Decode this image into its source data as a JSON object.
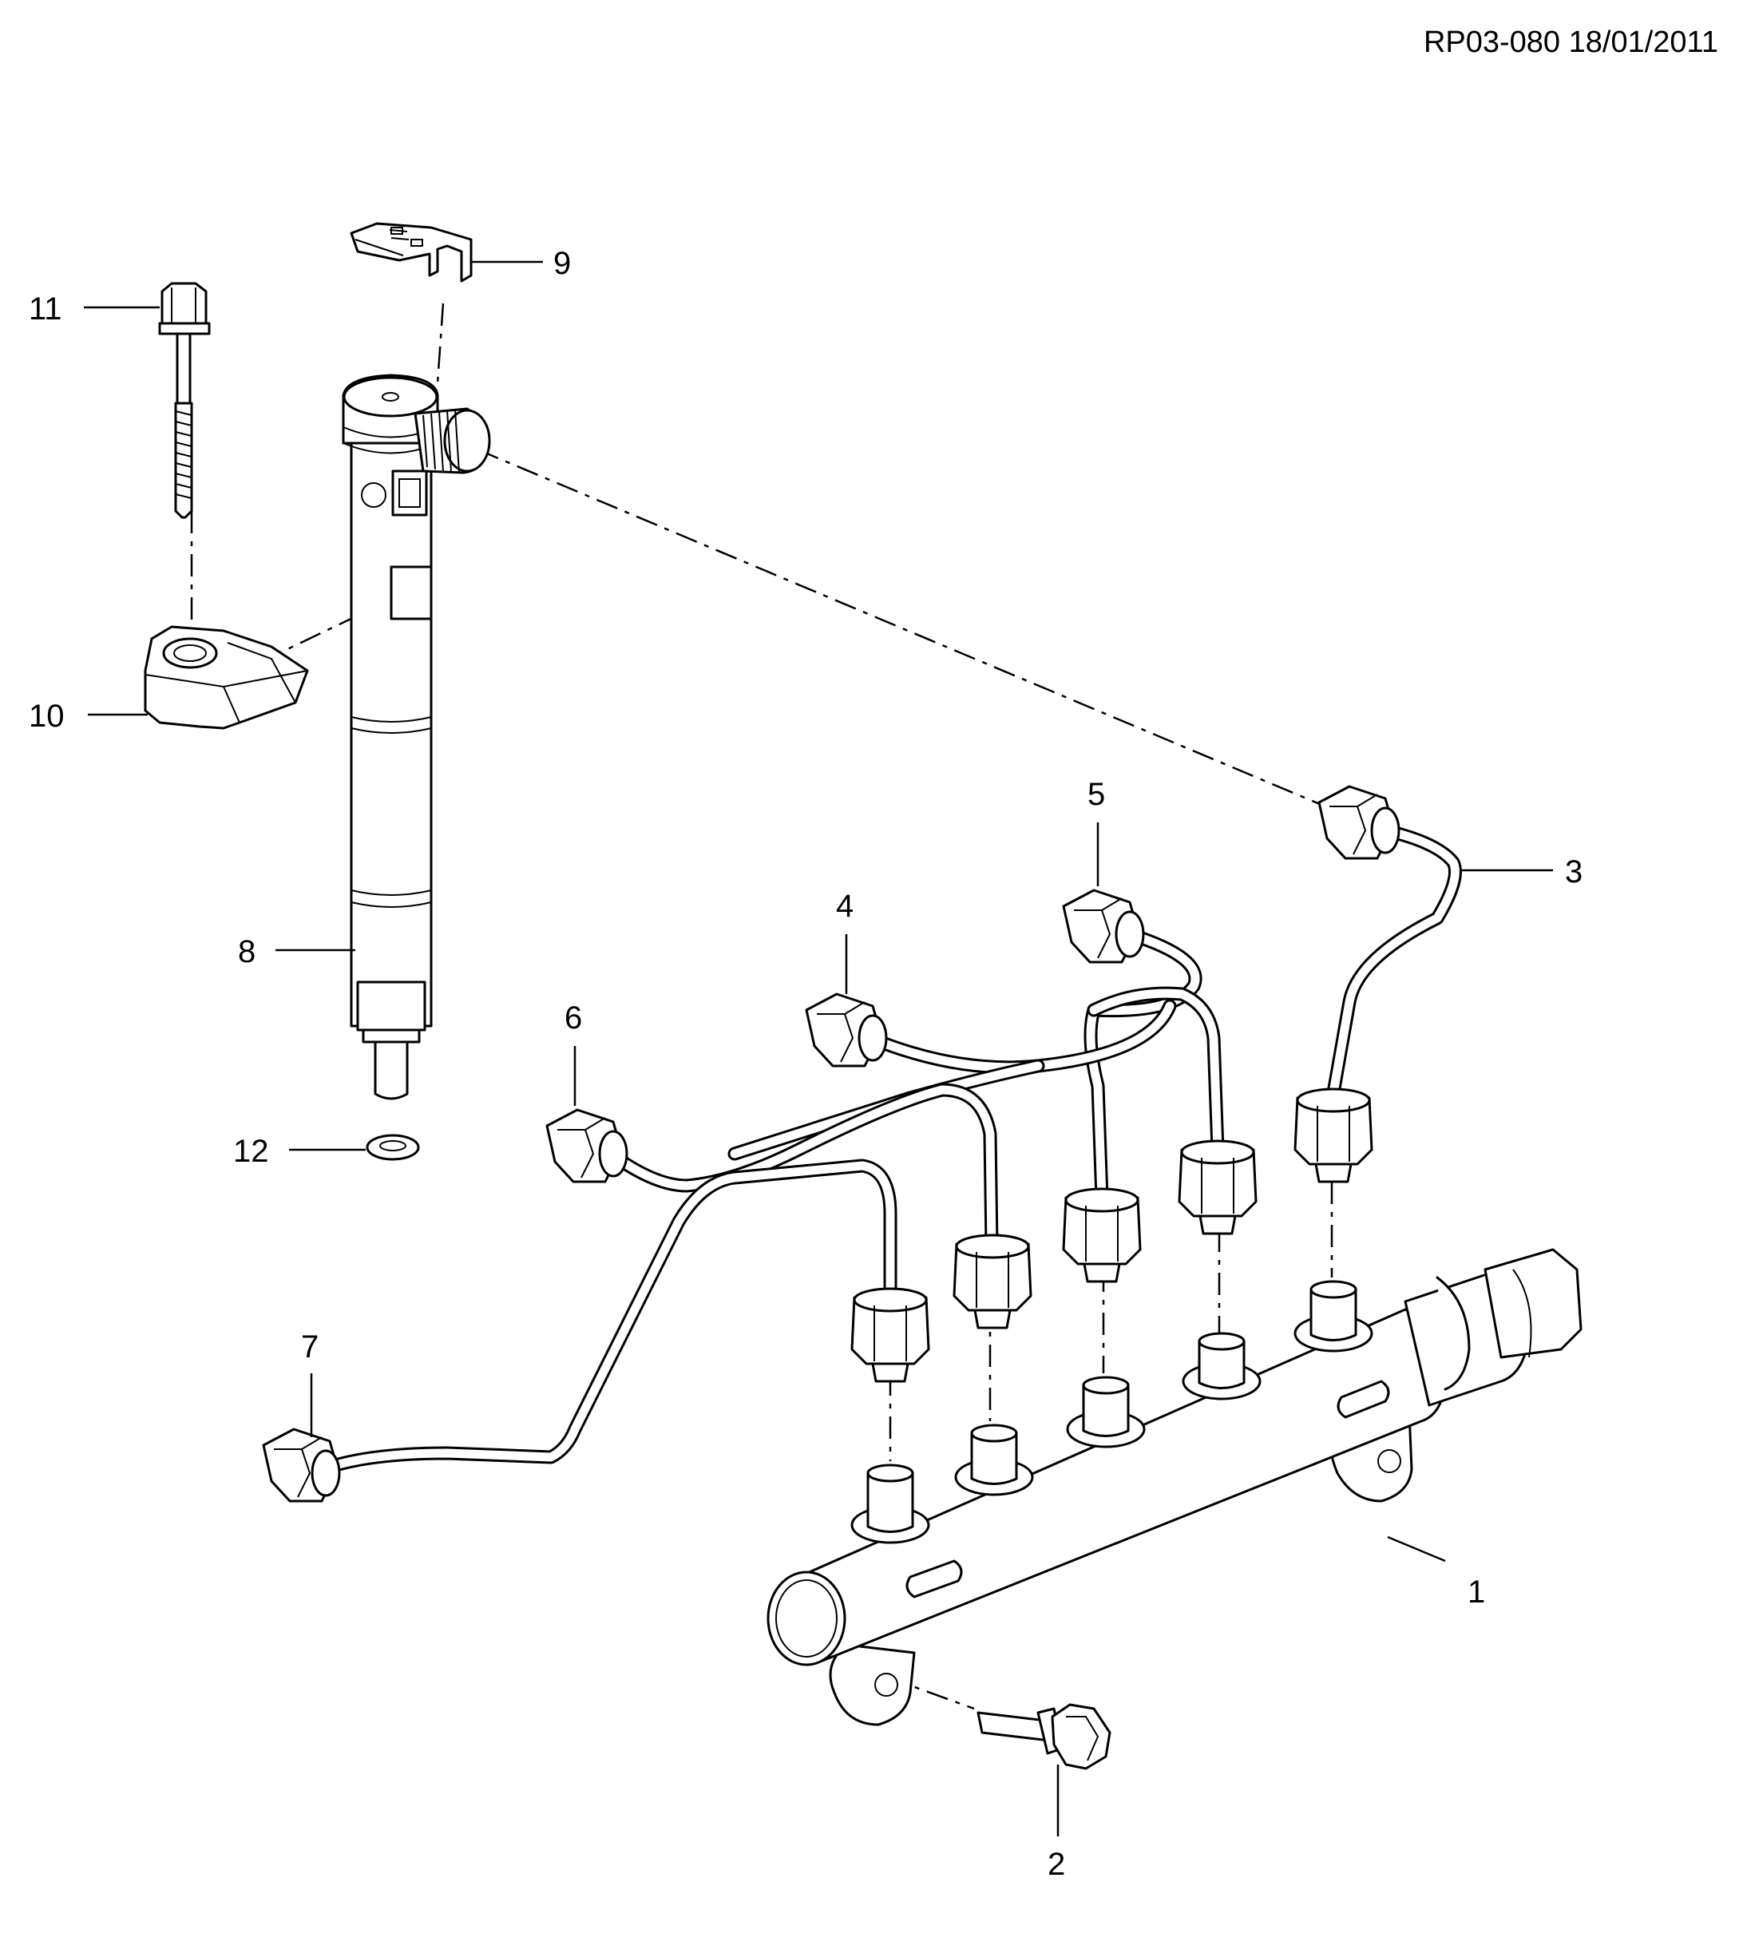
{
  "drawing_ref": "RP03-080 18/01/2011",
  "callouts": {
    "c1": "1",
    "c2": "2",
    "c3": "3",
    "c4": "4",
    "c5": "5",
    "c6": "6",
    "c7": "7",
    "c8": "8",
    "c9": "9",
    "c10": "10",
    "c11": "11",
    "c12": "12"
  },
  "colors": {
    "line": "#000000",
    "background": "#ffffff"
  }
}
